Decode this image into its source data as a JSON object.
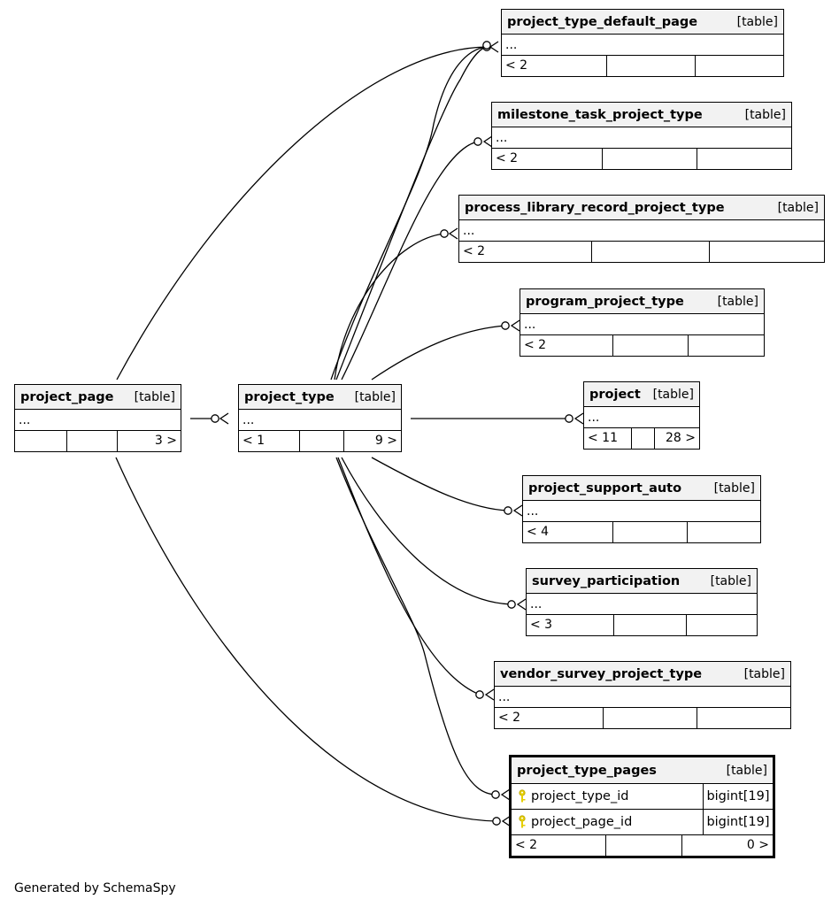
{
  "tables": {
    "project_type_default_page": {
      "name": "project_type_default_page",
      "kind": "[table]",
      "row": "...",
      "parents": "< 2",
      "children": ""
    },
    "milestone_task_project_type": {
      "name": "milestone_task_project_type",
      "kind": "[table]",
      "row": "...",
      "parents": "< 2",
      "children": ""
    },
    "process_library_record_project_type": {
      "name": "process_library_record_project_type",
      "kind": "[table]",
      "row": "...",
      "parents": "< 2",
      "children": ""
    },
    "program_project_type": {
      "name": "program_project_type",
      "kind": "[table]",
      "row": "...",
      "parents": "< 2",
      "children": ""
    },
    "project_page": {
      "name": "project_page",
      "kind": "[table]",
      "row": "...",
      "parents": "",
      "children": "3 >"
    },
    "project_type": {
      "name": "project_type",
      "kind": "[table]",
      "row": "...",
      "parents": "< 1",
      "children": "9 >"
    },
    "project": {
      "name": "project",
      "kind": "[table]",
      "row": "...",
      "parents": "< 11",
      "children": "28 >"
    },
    "project_support_auto": {
      "name": "project_support_auto",
      "kind": "[table]",
      "row": "...",
      "parents": "< 4",
      "children": ""
    },
    "survey_participation": {
      "name": "survey_participation",
      "kind": "[table]",
      "row": "...",
      "parents": "< 3",
      "children": ""
    },
    "vendor_survey_project_type": {
      "name": "vendor_survey_project_type",
      "kind": "[table]",
      "row": "...",
      "parents": "< 2",
      "children": ""
    },
    "project_type_pages": {
      "name": "project_type_pages",
      "kind": "[table]",
      "columns": [
        {
          "name": "project_type_id",
          "type": "bigint[19]",
          "icon": "key-icon"
        },
        {
          "name": "project_page_id",
          "type": "bigint[19]",
          "icon": "key-icon"
        }
      ],
      "parents": "< 2",
      "children": "0 >"
    }
  },
  "footer": "Generated by SchemaSpy",
  "colors": {
    "key": "#e6cf00",
    "header": "#f2f2f2",
    "line": "#000000"
  }
}
